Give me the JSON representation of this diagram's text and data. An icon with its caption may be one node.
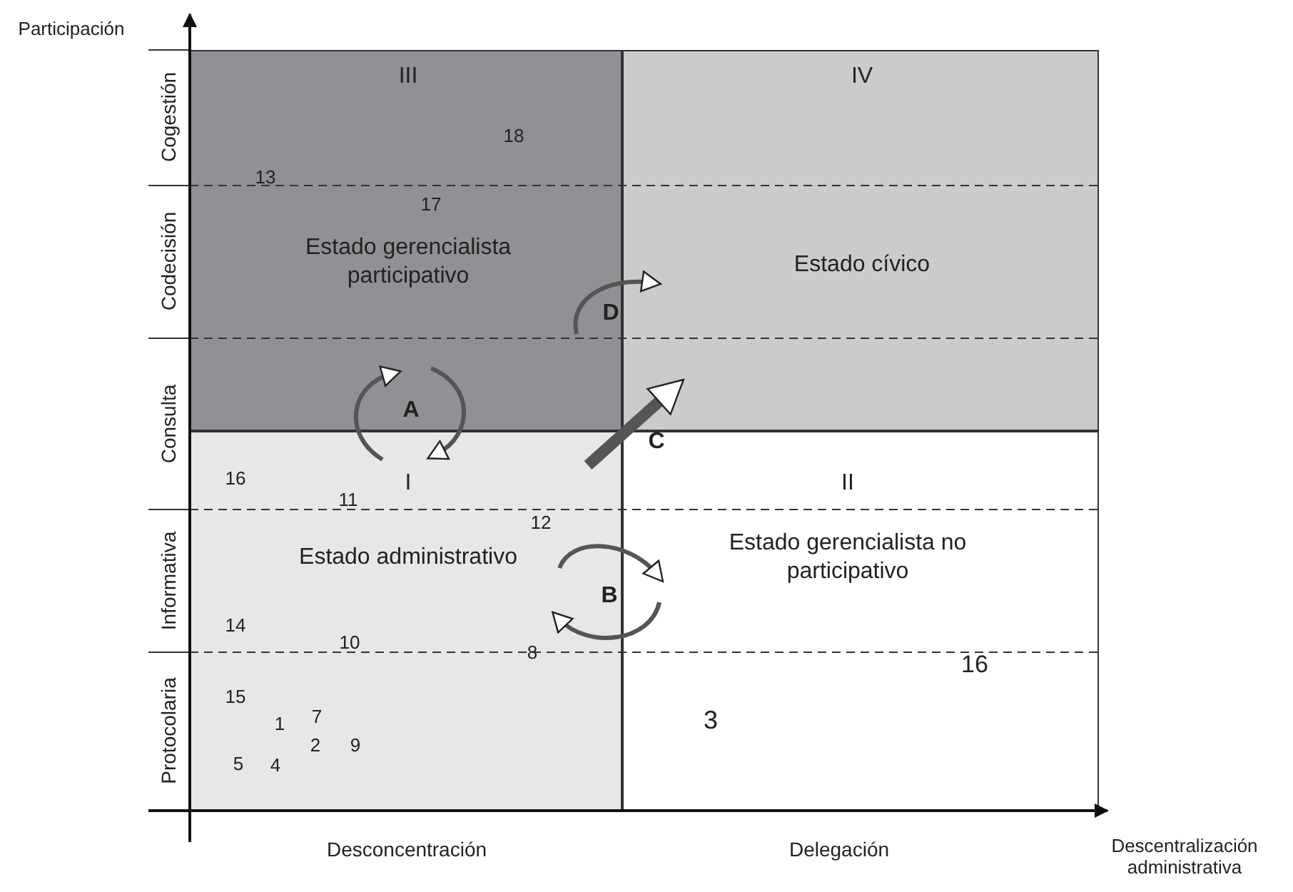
{
  "diagram": {
    "nodes": [
      {
        "text": [
          "III",
          "Estado gerencialista participativo"
        ]
      },
      {
        "text": [
          "IV",
          "Estado cívico"
        ]
      },
      {
        "text": [
          "I",
          "Estado administrativo"
        ]
      },
      {
        "text": [
          "II",
          "Estado gerencialista no participativo"
        ]
      }
    ],
    "edges": [
      {
        "from": 2,
        "to": 0,
        "arrow": "to",
        "label": "A"
      },
      {
        "from": 0,
        "to": 2,
        "arrow": "to"
      },
      {
        "from": 2,
        "to": 3,
        "arrow": "to",
        "label": "B"
      },
      {
        "from": 3,
        "to": 2,
        "arrow": "to"
      },
      {
        "from": 2,
        "to": 1,
        "arrow": "to",
        "label": "C",
        "style": "thick"
      },
      {
        "from": 0,
        "to": 1,
        "arrow": "to",
        "label": "D"
      }
    ],
    "labels": [
      "Participación",
      "Cogestión",
      "Codecisión",
      "Consulta",
      "Informativa",
      "Protocolaria",
      "18",
      "13",
      "17",
      "16",
      "11",
      "12",
      "14",
      "10",
      "8",
      "16",
      "15",
      "7",
      "1",
      "3",
      "2",
      "9",
      "5",
      "4",
      "Desconcentración",
      "Delegación",
      "Descentralización administrativa"
    ]
  }
}
